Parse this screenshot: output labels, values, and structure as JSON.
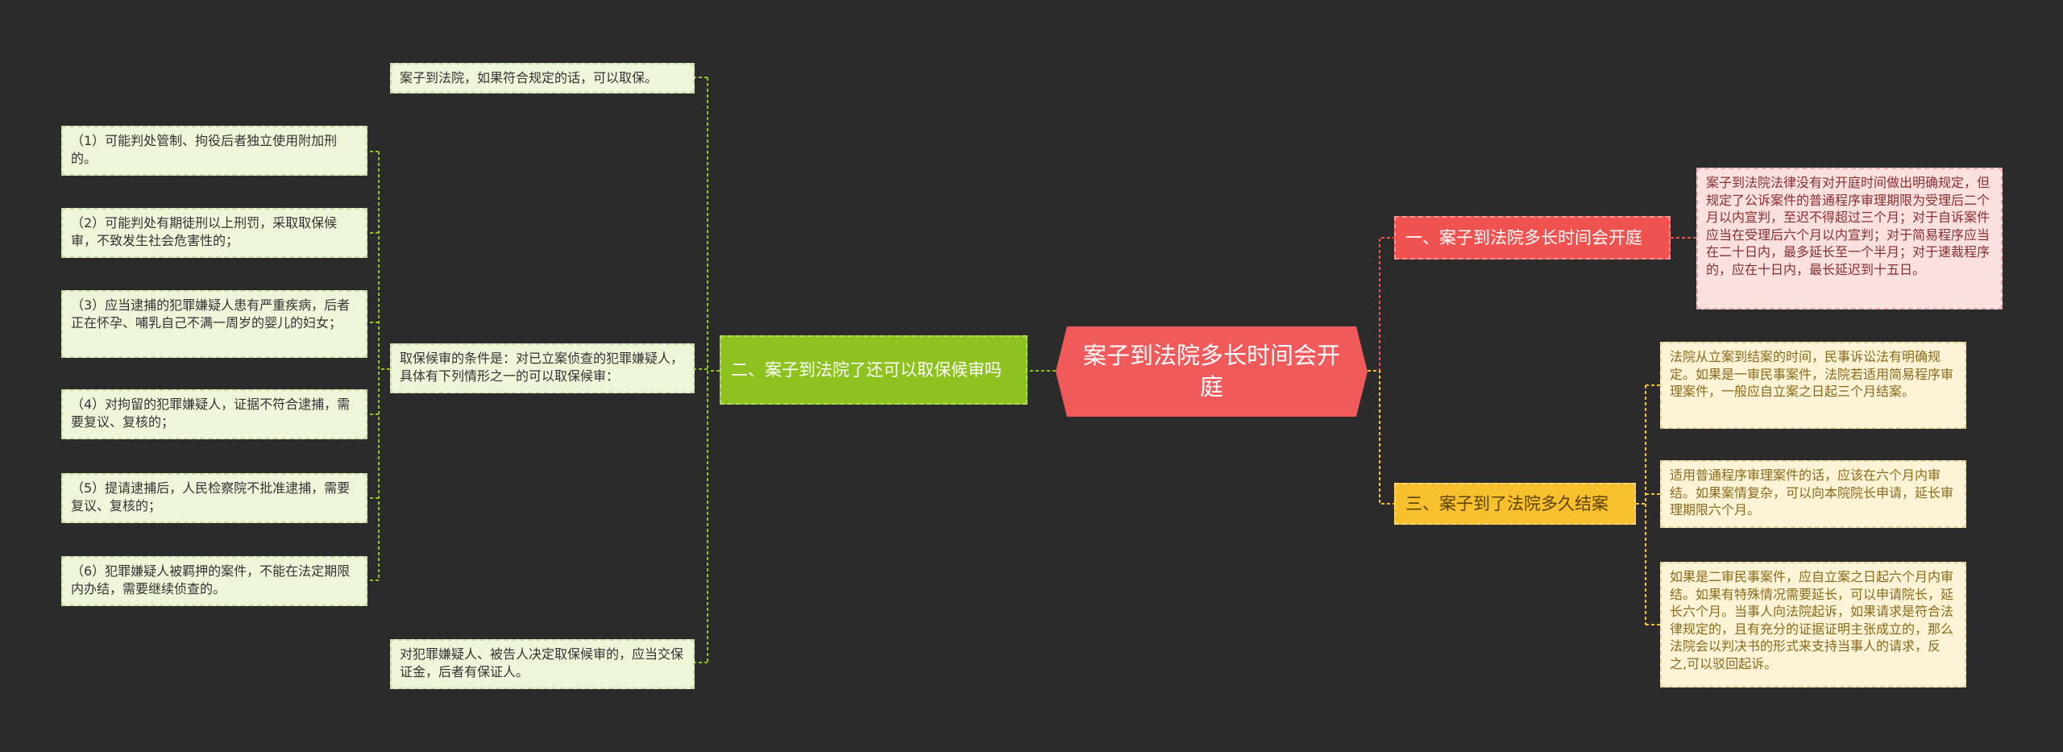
{
  "center": {
    "title": "案子到法院多长时间会开庭"
  },
  "branches": {
    "b1": {
      "label": "一、案子到法院多长时间会开庭"
    },
    "b2": {
      "label": "二、案子到法院了还可以取保候审吗"
    },
    "b3": {
      "label": "三、案子到了法院多久结案"
    }
  },
  "b1_leaf": "案子到法院法律没有对开庭时间做出明确规定，但规定了公诉案件的普通程序审理期限为受理后二个月以内宣判，至迟不得超过三个月；对于自诉案件应当在受理后六个月以内宣判；对于简易程序应当在二十日内，最多延长至一个半月；对于速裁程序的，应在十日内，最长延迟到十五日。",
  "b2_leaves": {
    "top": "案子到法院，如果符合规定的话，可以取保。",
    "mid": "取保候审的条件是：对已立案侦查的犯罪嫌疑人，具体有下列情形之一的可以取保候审：",
    "bottom": "对犯罪嫌疑人、被告人决定取保候审的，应当交保证金，后者有保证人。"
  },
  "b2_sub": [
    "（1）可能判处管制、拘役后者独立使用附加刑的。",
    "（2）可能判处有期徒刑以上刑罚，采取取保候审，不致发生社会危害性的；",
    "（3）应当逮捕的犯罪嫌疑人患有严重疾病，后者正在怀孕、哺乳自己不满一周岁的婴儿的妇女；",
    "（4）对拘留的犯罪嫌疑人，证据不符合逮捕，需要复议、复核的；",
    "（5）提请逮捕后，人民检察院不批准逮捕，需要复议、复核的；",
    "（6）犯罪嫌疑人被羁押的案件，不能在法定期限内办结，需要继续侦查的。"
  ],
  "b3_leaves": [
    "法院从立案到结案的时间，民事诉讼法有明确规定。如果是一审民事案件，法院若适用简易程序审理案件，一般应自立案之日起三个月结案。",
    "适用普通程序审理案件的话，应该在六个月内审结。如果案情复杂，可以向本院院长申请，延长审理期限六个月。",
    "如果是二审民事案件，应自立案之日起六个月内审结。如果有特殊情况需要延长，可以申请院长，延长六个月。当事人向法院起诉，如果请求是符合法律规定的，且有充分的证据证明主张成立的，那么法院会以判决书的形式来支持当事人的请求，反之,可以驳回起诉。"
  ],
  "colors": {
    "background": "#2b2b2b",
    "center": "#f05a5a",
    "branch_green": "#8dc21f",
    "branch_red": "#f0534f",
    "branch_yellow": "#f9c02d"
  }
}
